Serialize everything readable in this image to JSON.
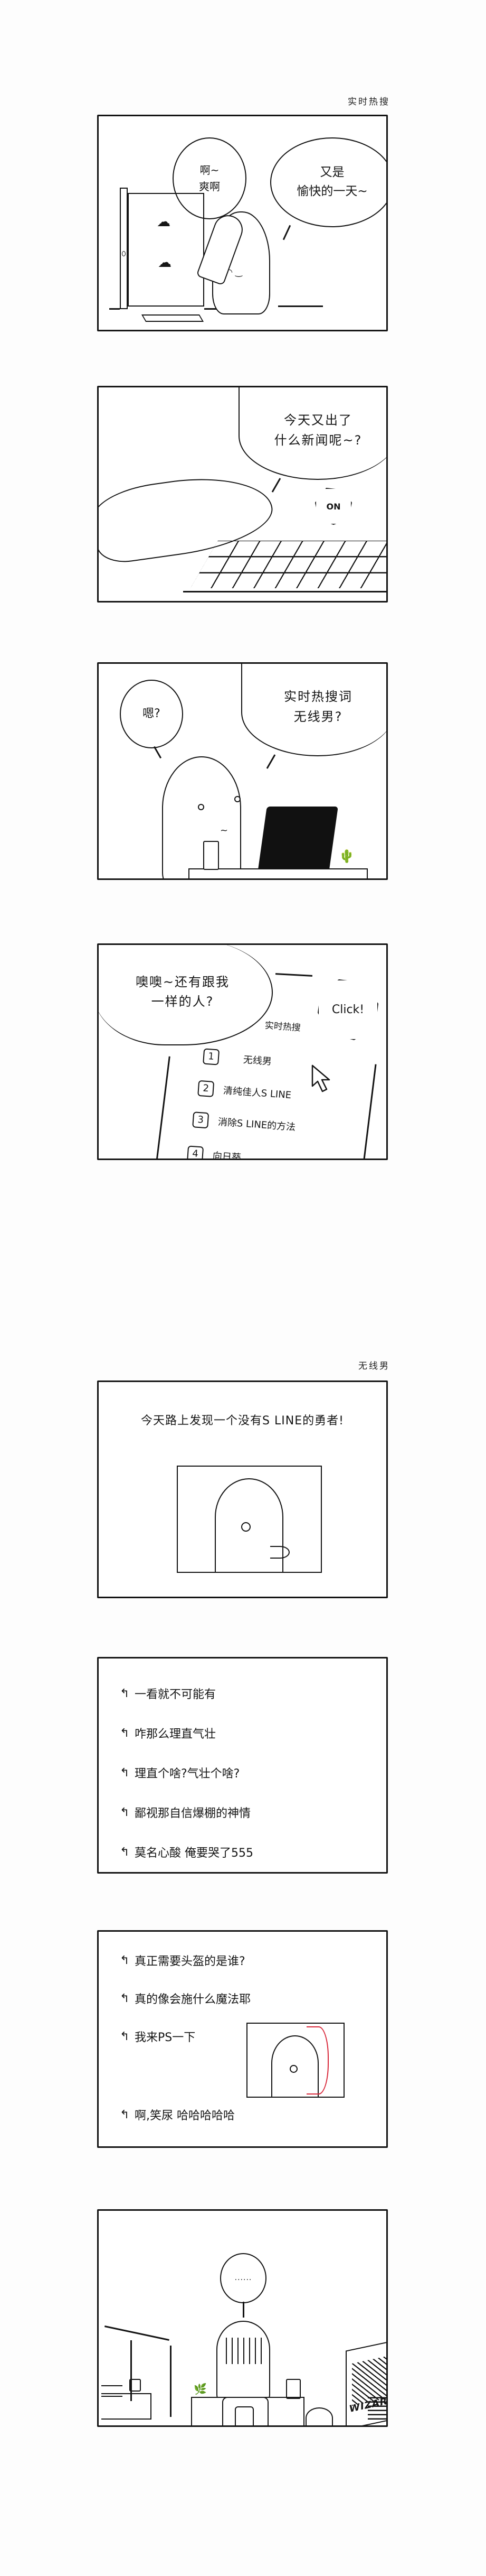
{
  "sections": [
    {
      "title": "实时热搜"
    },
    {
      "title": "无线男"
    }
  ],
  "panels": {
    "p1": {
      "bubble_left": [
        "啊~",
        "爽啊"
      ],
      "bubble_right": [
        "又是",
        "愉快的一天~"
      ]
    },
    "p2": {
      "bubble": [
        "今天又出了",
        "什么新闻呢~?"
      ],
      "sfx": "ON"
    },
    "p3": {
      "bubble_left": "嗯?",
      "bubble_right": [
        "实时热搜词",
        "无线男?"
      ]
    },
    "p4": {
      "bubble": [
        "噢噢~还有跟我",
        "一样的人?"
      ],
      "sfx": "Click!",
      "list_title": "实时热搜",
      "list_items": [
        {
          "rank": "1",
          "label": "无线男"
        },
        {
          "rank": "2",
          "label": "清纯佳人S LINE"
        },
        {
          "rank": "3",
          "label": "消除S LINE的方法"
        },
        {
          "rank": "4",
          "label": "向日葵"
        }
      ]
    },
    "p5": {
      "caption": "今天路上发现一个没有S LINE的勇者!"
    },
    "p6": {
      "comments": [
        "一看就不可能有",
        "咋那么理直气壮",
        "理直个啥?气壮个啥?",
        "鄙视那自信爆棚的神情",
        "莫名心酸 俺要哭了555"
      ]
    },
    "p7": {
      "comments": [
        "真正需要头盔的是谁?",
        "真的像会施什么魔法耶",
        "我来PS一下",
        "啊,笑尿 哈哈哈哈哈"
      ],
      "ps_outline_color": "#d8283a"
    },
    "p8": {
      "bubble": "......",
      "poster_text": "WIZAR"
    }
  },
  "icons": {
    "reply_arrow": "↰",
    "cursor": "cursor-arrow"
  },
  "colors": {
    "ink": "#141414",
    "paper": "#ffffff",
    "background": "#fdfdfd",
    "accent_red": "#d8283a"
  }
}
